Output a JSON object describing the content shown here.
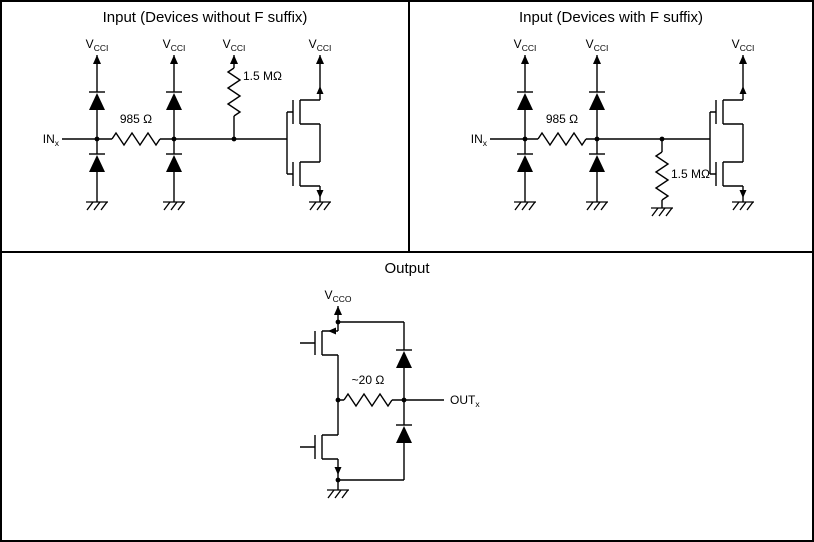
{
  "panels": {
    "input_no_f": {
      "title": "Input (Devices without F suffix)",
      "vcc_base": "V",
      "vcc_sub": "CCI",
      "in_base": "IN",
      "in_sub": "x",
      "series_resistor_label": "985 Ω",
      "pullup_resistor_label": "1.5 MΩ"
    },
    "input_f": {
      "title": "Input (Devices with F suffix)",
      "vcc_base": "V",
      "vcc_sub": "CCI",
      "in_base": "IN",
      "in_sub": "x",
      "series_resistor_label": "985 Ω",
      "pulldown_resistor_label": "1.5 MΩ"
    },
    "output": {
      "title": "Output",
      "vcc_base": "V",
      "vcc_sub": "CCO",
      "out_base": "OUT",
      "out_sub": "x",
      "series_resistor_label": "~20 Ω"
    }
  },
  "colors": {
    "line": "#000000",
    "background": "#ffffff",
    "border": "#000000"
  }
}
